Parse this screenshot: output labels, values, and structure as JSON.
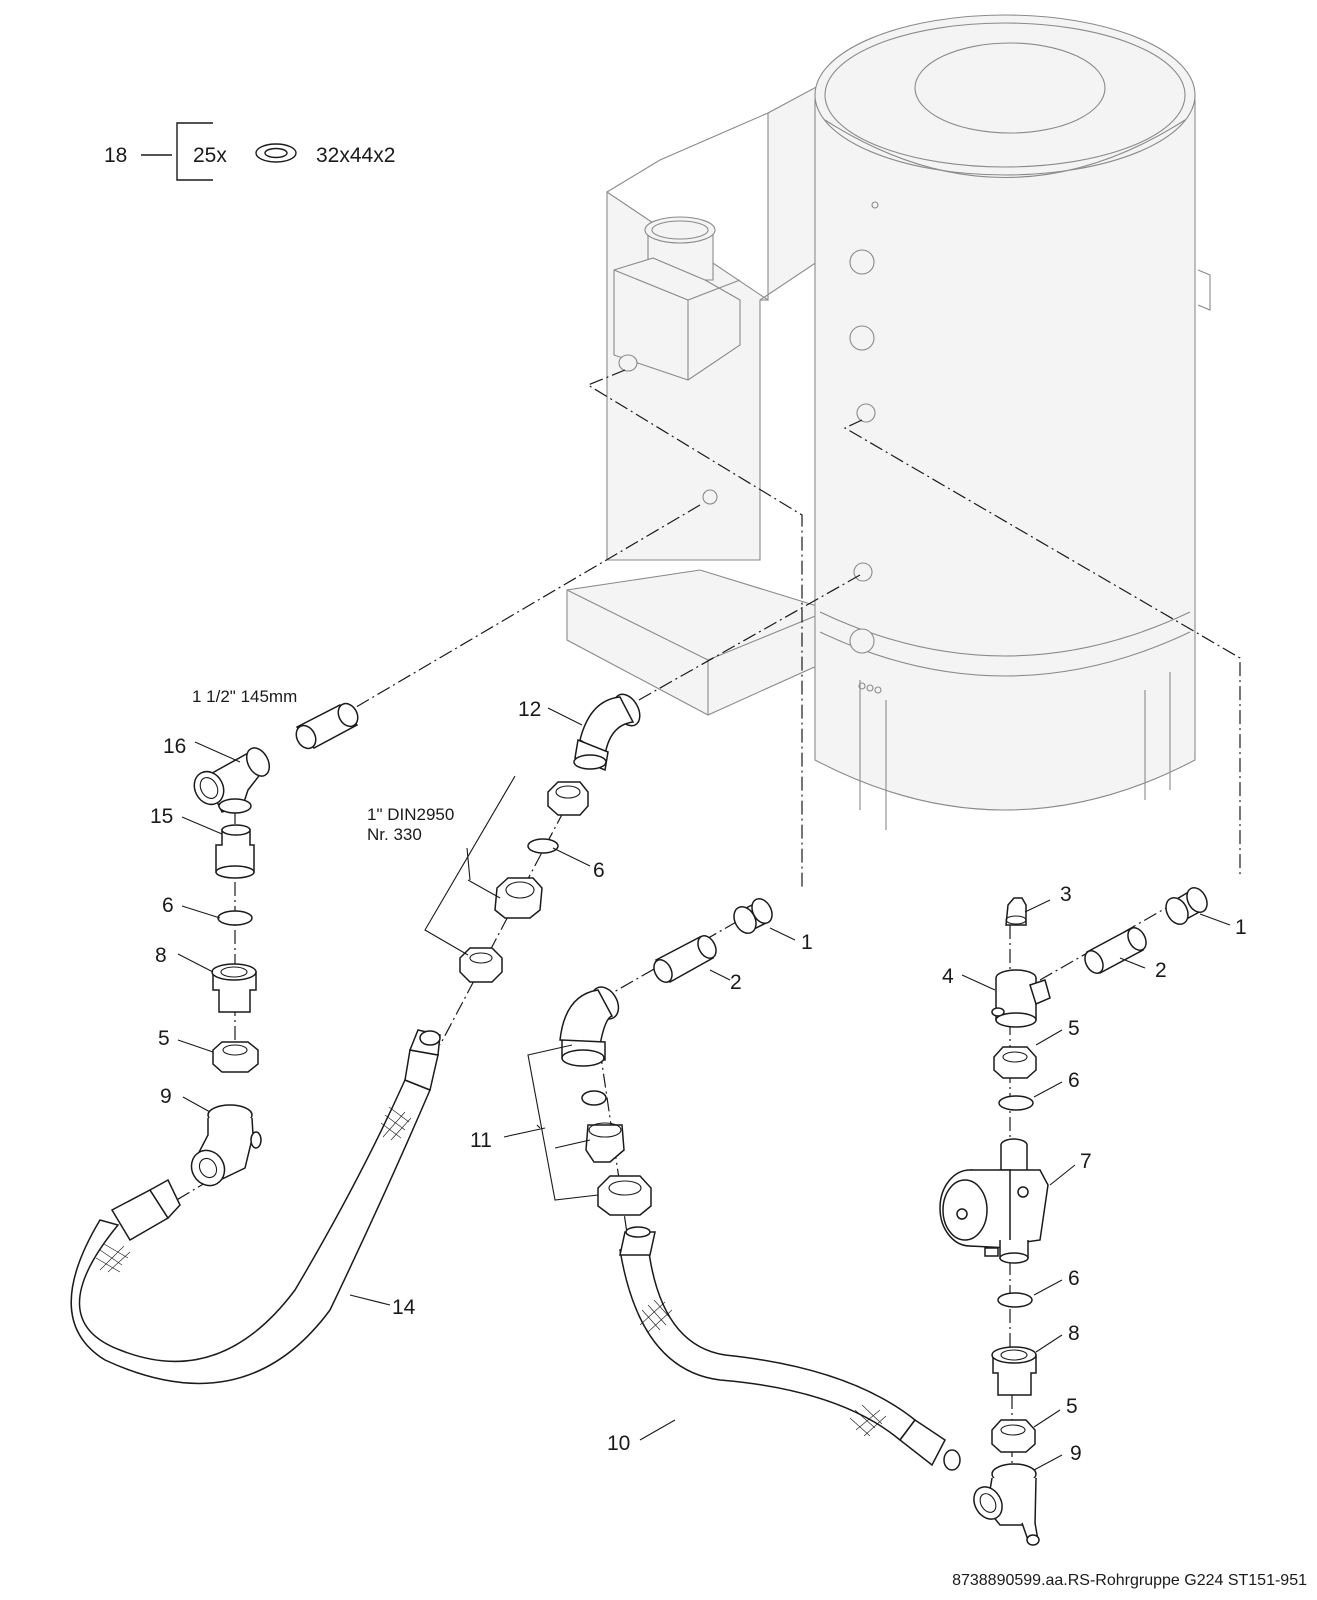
{
  "kit": {
    "number": "18",
    "quantity": "25x",
    "size": "32x44x2"
  },
  "notes": {
    "nipple_spec": "1 1/2\" 145mm",
    "din_line1": "1\" DIN2950",
    "din_line2": "Nr. 330"
  },
  "callouts": {
    "c1a": "1",
    "c1b": "1",
    "c2a": "2",
    "c2b": "2",
    "c3": "3",
    "c4": "4",
    "c5a": "5",
    "c5b": "5",
    "c5c": "5",
    "c6a": "6",
    "c6b": "6",
    "c6c": "6",
    "c6d": "6",
    "c7": "7",
    "c8a": "8",
    "c8b": "8",
    "c9a": "9",
    "c9b": "9",
    "c10": "10",
    "c11": "11",
    "c12": "12",
    "c14": "14",
    "c15": "15",
    "c16": "16"
  },
  "footer": {
    "reference": "8738890599.aa.RS-Rohrgruppe G224 ST151-951"
  }
}
